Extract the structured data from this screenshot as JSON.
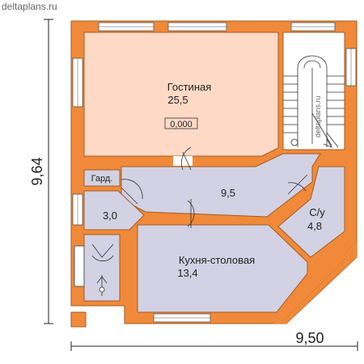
{
  "watermark": "deltaplans.ru",
  "dimensions": {
    "width": "9,50",
    "height": "9,64"
  },
  "rooms": {
    "living": {
      "name": "Гостиная",
      "area": "25,5",
      "level": "0,000"
    },
    "hall": {
      "area": "9,5"
    },
    "wardrobe": {
      "name": "Гард."
    },
    "storage": {
      "area": "3,0"
    },
    "bathroom": {
      "name": "С/у",
      "area": "4,8"
    },
    "kitchen": {
      "name": "Кухня-столовая",
      "area": "13,4"
    }
  },
  "colors": {
    "wall": "#f08a3a",
    "wall_outline": "#a55a20",
    "living_floor": "#fdd9c6",
    "room_floor": "#d2d2e4",
    "stair_floor": "#ffffff",
    "window": "#ffffff"
  }
}
